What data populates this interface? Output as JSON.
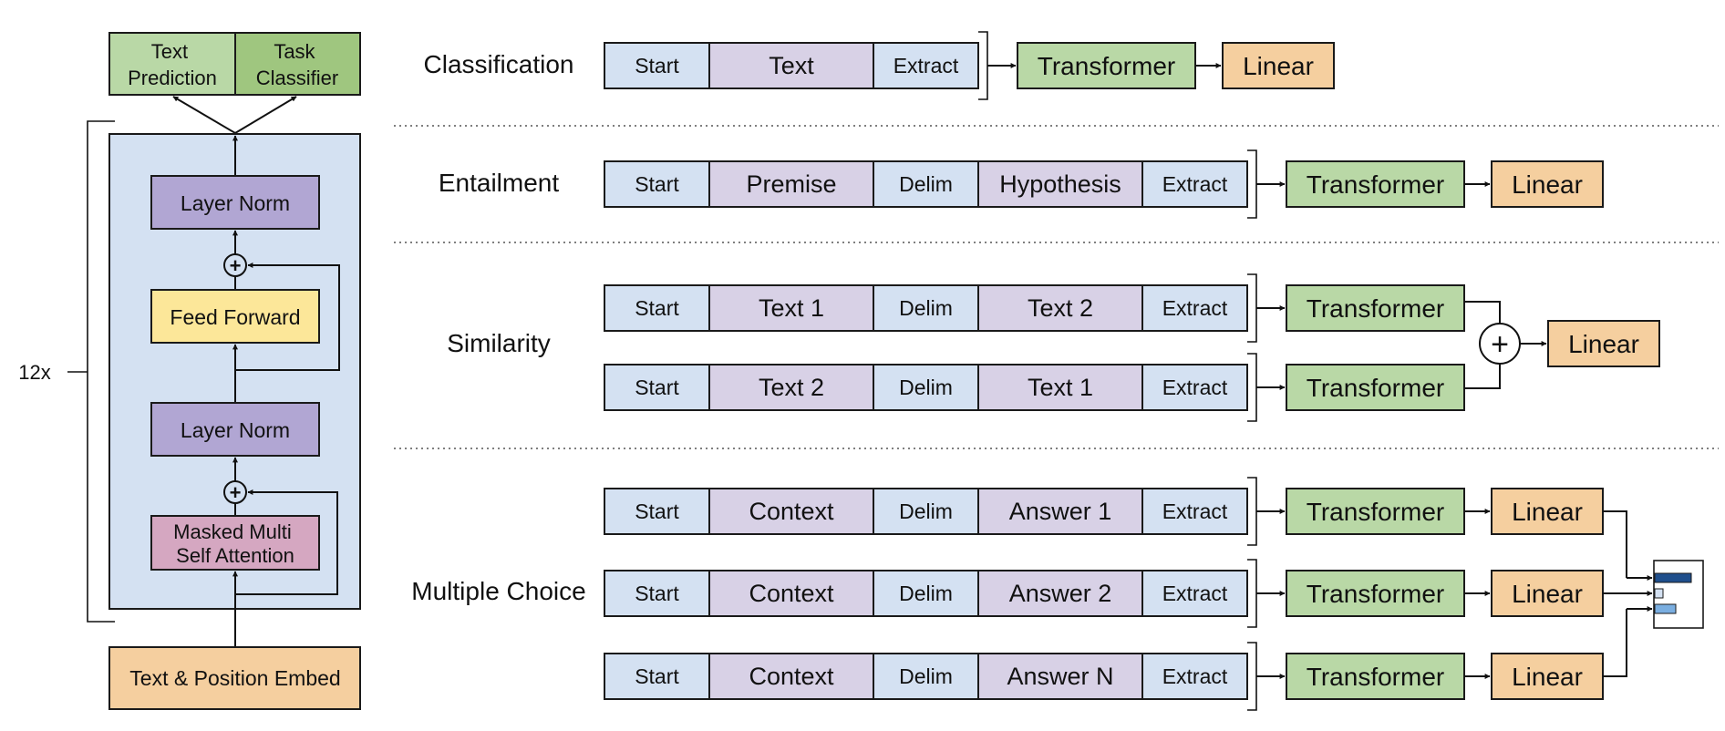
{
  "colors": {
    "token_blue": "#d4e1f2",
    "token_purple": "#d8d1e6",
    "transformer_green": "#b9d8a6",
    "classifier_green": "#9fc67f",
    "linear_orange": "#f5cf9f",
    "layernorm_purple": "#b1a6d3",
    "feedforward_yellow": "#fce799",
    "attention_pink": "#d5a7c1",
    "block_bg": "#d4e1f2",
    "bar_dark": "#1f4f8c",
    "bar_light": "#7aaee0"
  },
  "arch": {
    "heads": {
      "text_prediction": [
        "Text",
        "Prediction"
      ],
      "task_classifier": [
        "Task",
        "Classifier"
      ]
    },
    "repeat": "12x",
    "layer_norm_top": "Layer Norm",
    "feed_forward": "Feed Forward",
    "layer_norm_bottom": "Layer Norm",
    "attention": [
      "Masked Multi",
      "Self Attention"
    ],
    "embed": "Text & Position Embed",
    "plus_symbol": "+"
  },
  "tasks": {
    "classification": {
      "label": "Classification",
      "tokens": [
        "Start",
        "Text",
        "Extract"
      ],
      "transformer": "Transformer",
      "linear": "Linear"
    },
    "entailment": {
      "label": "Entailment",
      "tokens": [
        "Start",
        "Premise",
        "Delim",
        "Hypothesis",
        "Extract"
      ],
      "transformer": "Transformer",
      "linear": "Linear"
    },
    "similarity": {
      "label": "Similarity",
      "rows": [
        {
          "tokens": [
            "Start",
            "Text 1",
            "Delim",
            "Text 2",
            "Extract"
          ],
          "transformer": "Transformer"
        },
        {
          "tokens": [
            "Start",
            "Text 2",
            "Delim",
            "Text 1",
            "Extract"
          ],
          "transformer": "Transformer"
        }
      ],
      "plus_symbol": "+",
      "linear": "Linear"
    },
    "multiple_choice": {
      "label": "Multiple Choice",
      "rows": [
        {
          "tokens": [
            "Start",
            "Context",
            "Delim",
            "Answer 1",
            "Extract"
          ],
          "transformer": "Transformer",
          "linear": "Linear"
        },
        {
          "tokens": [
            "Start",
            "Context",
            "Delim",
            "Answer 2",
            "Extract"
          ],
          "transformer": "Transformer",
          "linear": "Linear"
        },
        {
          "tokens": [
            "Start",
            "Context",
            "Delim",
            "Answer N",
            "Extract"
          ],
          "transformer": "Transformer",
          "linear": "Linear"
        }
      ]
    }
  }
}
